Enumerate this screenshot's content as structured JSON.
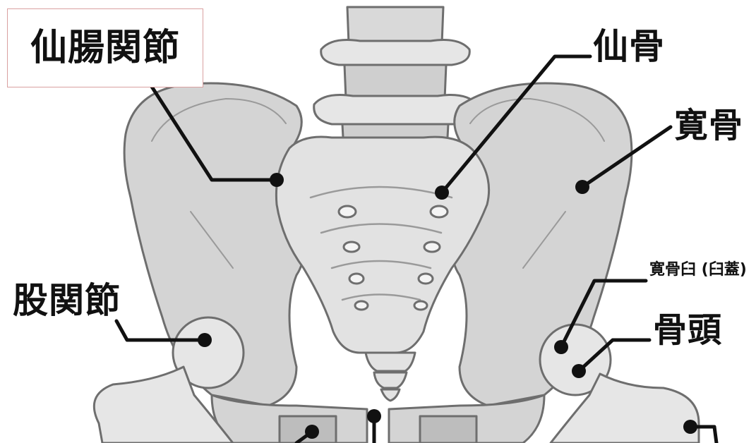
{
  "labels": {
    "sacroiliac_joint": "仙腸関節",
    "sacrum": "仙骨",
    "hip_bone": "寛骨",
    "hip_joint": "股関節",
    "acetabulum": "寛骨臼 (臼蓋)",
    "femoral_head": "骨頭"
  },
  "colors": {
    "bone_fill": "#d4d4d4",
    "bone_dark": "#bcbcbc",
    "bone_light": "#e8e8e8",
    "outline": "#6e6e6e",
    "leader_line": "#111111",
    "label_box_border": "#d9a0a0"
  }
}
